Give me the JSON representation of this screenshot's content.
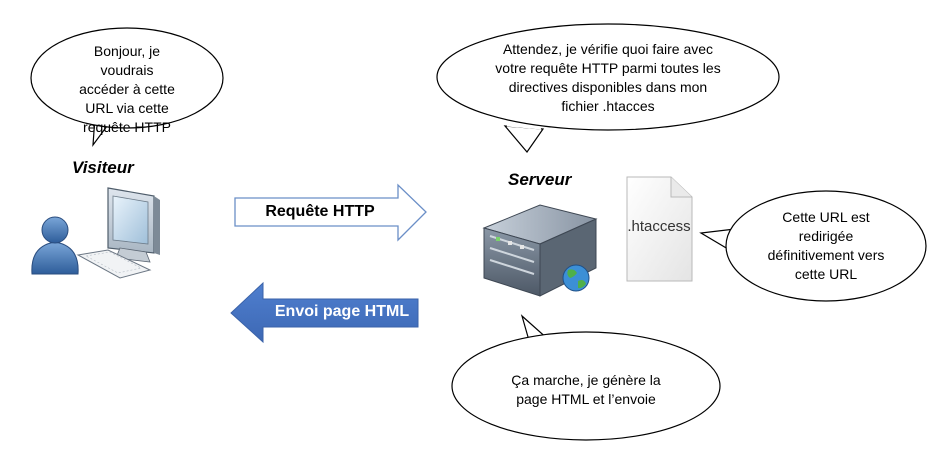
{
  "visitor": {
    "label": "Visiteur",
    "bubble": "Bonjour, je voudrais accéder à cette URL via cette requête HTTP"
  },
  "server": {
    "label": "Serveur",
    "bubble_top": "Attendez, je vérifie quoi faire avec votre requête HTTP parmi toutes les directives disponibles dans mon fichier .htacces",
    "bubble_bottom": "Ça marche, je génère la page HTML et l’envoie"
  },
  "htaccess": {
    "file_label": ".htaccess",
    "bubble": "Cette URL est redirigée définitivement vers cette URL"
  },
  "arrows": {
    "request": "Requête HTTP",
    "response": "Envoi page HTML"
  },
  "colors": {
    "bubble_stroke": "#000000",
    "request_arrow_fill": "#ffffff",
    "request_arrow_stroke": "#6b8fc7",
    "response_arrow_fill": "#4472c4",
    "response_arrow_text": "#ffffff",
    "user_blue": "#4a7ab8"
  },
  "icons": [
    "user-computer-icon",
    "server-icon",
    "globe-icon",
    "document-icon"
  ]
}
